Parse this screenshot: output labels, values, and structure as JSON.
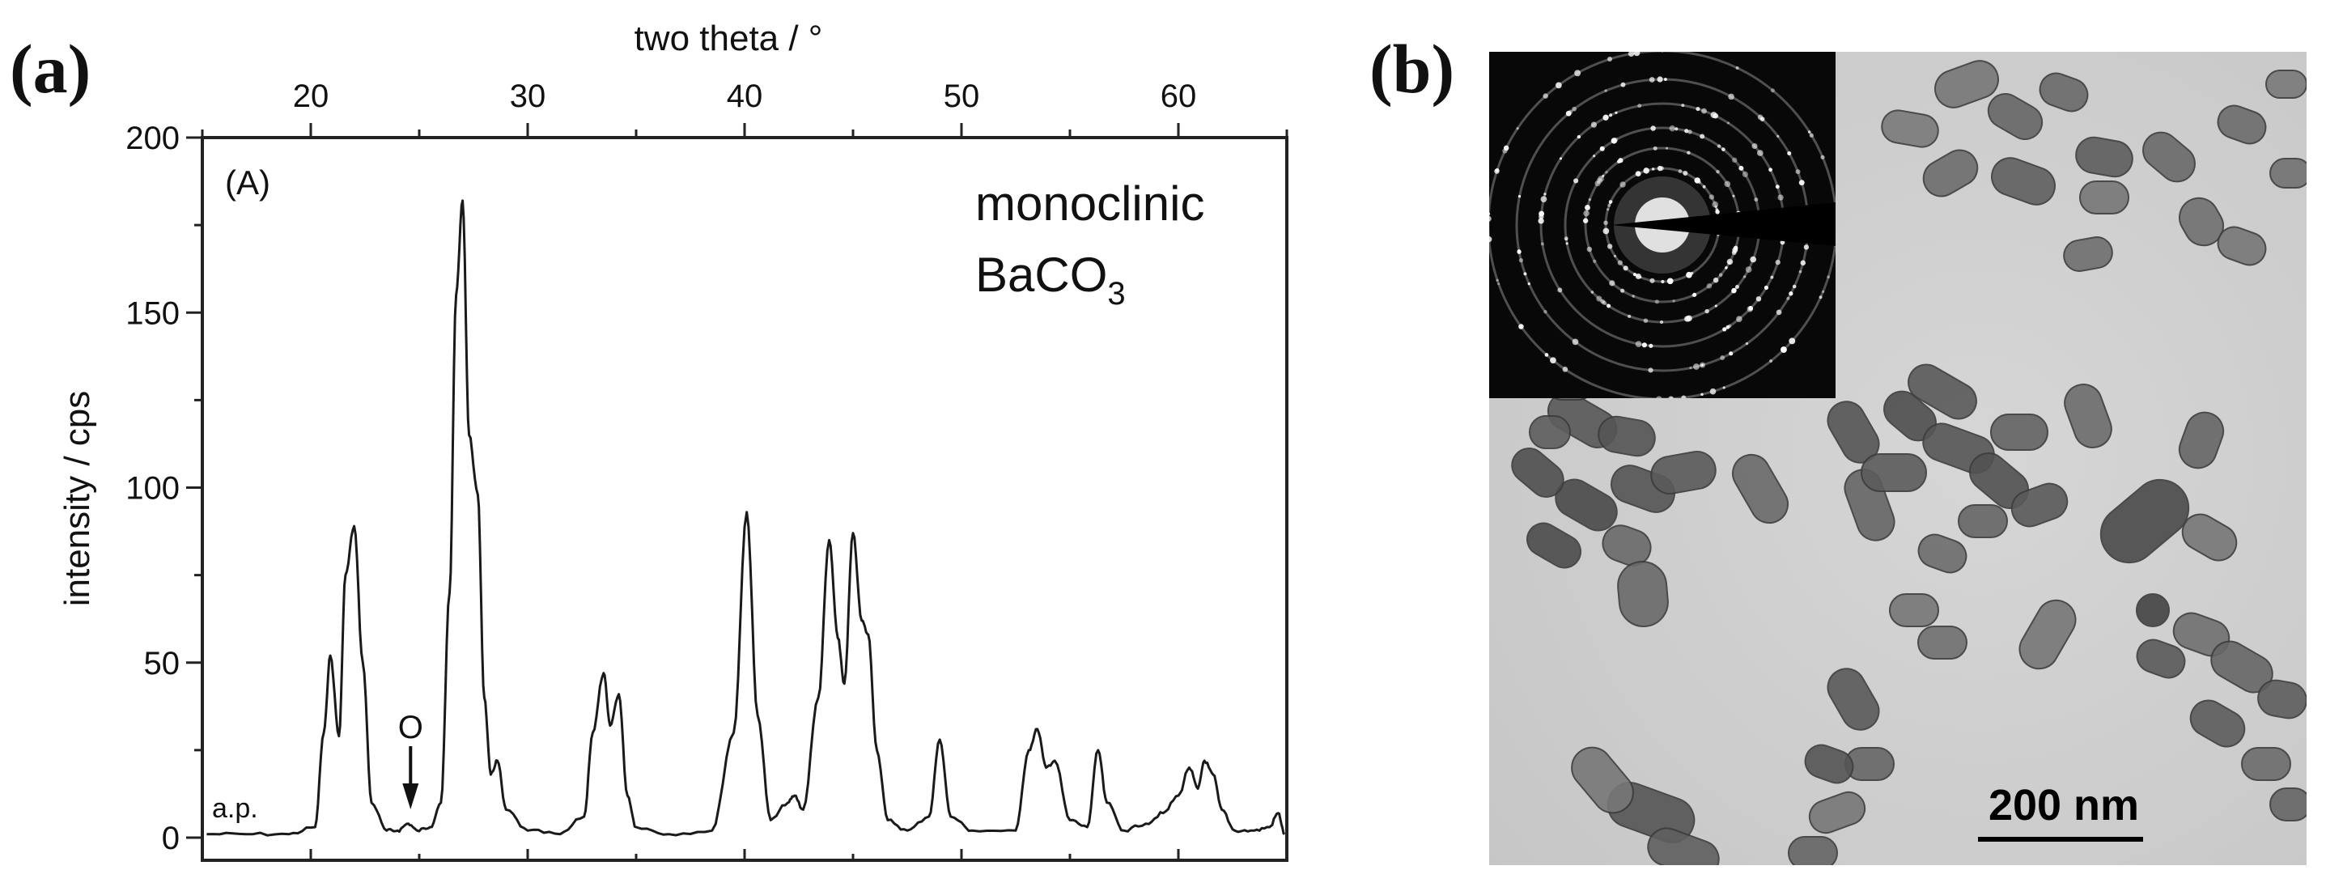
{
  "panel_labels": {
    "a": "(a)",
    "b": "(b)"
  },
  "chart_data": {
    "type": "line",
    "xlabel": "two theta / °",
    "ylabel": "intensity / cps",
    "xlim": [
      15,
      65
    ],
    "ylim": [
      0,
      200
    ],
    "x_ticks": [
      20,
      30,
      40,
      50,
      60
    ],
    "y_ticks": [
      0,
      50,
      100,
      150,
      200
    ],
    "x_axis_position": "top",
    "grid": false,
    "panel_tag": "(A)",
    "annotations": {
      "phase_line1": "monoclinic",
      "phase_main": "BaCO",
      "phase_sub": "3",
      "marker": "O",
      "marker_x": 24.6,
      "baseline_label": "a.p."
    },
    "series": [
      {
        "x": [
          15.2,
          17,
          19,
          20.2,
          20.6,
          20.9,
          21.3,
          21.6,
          22.0,
          22.4,
          22.8,
          23.5,
          24.0,
          24.5,
          24.9,
          25.5,
          26.0,
          26.4,
          26.7,
          27.0,
          27.3,
          27.7,
          28.0,
          28.3,
          28.6,
          29.0,
          30.0,
          31.5,
          32.6,
          33.0,
          33.5,
          33.8,
          34.2,
          34.6,
          35.0,
          36.5,
          38.5,
          39.5,
          40.1,
          40.6,
          41.2,
          42.0,
          42.3,
          42.7,
          43.4,
          43.9,
          44.3,
          44.6,
          45.0,
          45.4,
          45.7,
          46.1,
          46.6,
          47.5,
          48.5,
          49.0,
          49.5,
          50.5,
          52.5,
          53.1,
          53.5,
          53.9,
          54.3,
          55.0,
          55.8,
          56.3,
          56.7,
          57.5,
          58.5,
          59.3,
          60.0,
          60.5,
          60.9,
          61.2,
          61.6,
          62.0,
          62.6,
          63.5,
          64.2,
          64.6,
          64.9
        ],
        "values": [
          1,
          1,
          1,
          3,
          30,
          52,
          29,
          75,
          89,
          50,
          10,
          2,
          2,
          4,
          2,
          3,
          10,
          70,
          155,
          182,
          115,
          98,
          40,
          18,
          22,
          8,
          2,
          1,
          6,
          30,
          47,
          32,
          41,
          12,
          3,
          1,
          2,
          30,
          93,
          35,
          5,
          10,
          12,
          8,
          40,
          85,
          57,
          44,
          87,
          62,
          58,
          25,
          5,
          2,
          6,
          28,
          6,
          2,
          2,
          25,
          31,
          20,
          22,
          5,
          3,
          25,
          10,
          2,
          4,
          7,
          12,
          20,
          14,
          22,
          18,
          8,
          2,
          2,
          3,
          7,
          1
        ]
      }
    ]
  },
  "tem_image": {
    "scale_bar_label": "200 nm"
  }
}
